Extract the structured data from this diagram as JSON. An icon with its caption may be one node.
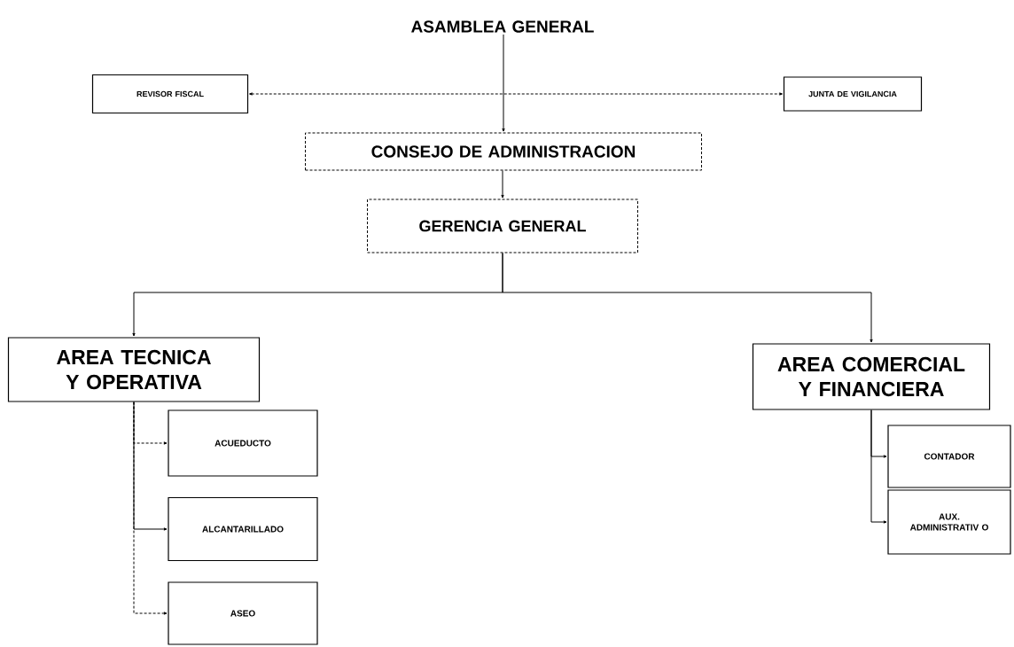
{
  "diagram": {
    "nodes": [
      {
        "text": [
          "ASAMBLEA GENERAL"
        ]
      },
      {
        "text": [
          "REVISOR FISCAL"
        ]
      },
      {
        "text": [
          "JUNTA DE VIGILANCIA"
        ]
      },
      {
        "text": [
          "CONSEJO DE ADMINISTRACION"
        ]
      },
      {
        "text": [
          "GERENCIA GENERAL"
        ]
      },
      {
        "text": [
          "AREA TECNICA Y OPERATIVA"
        ]
      },
      {
        "text": [
          "AREA COMERCIAL Y FINANCIERA"
        ]
      },
      {
        "text": [
          "ACUEDUCTO"
        ]
      },
      {
        "text": [
          "ALCANTARILLADO"
        ]
      },
      {
        "text": [
          "ASEO"
        ]
      },
      {
        "text": [
          "CONTADOR"
        ]
      },
      {
        "text": [
          "AUX. ADMINISTRATIV O"
        ]
      }
    ],
    "edges": [
      {
        "from": 0,
        "to": 3,
        "arrow": "to"
      },
      {
        "from": 1,
        "to": 2,
        "arrow": "both",
        "style": "dashed"
      },
      {
        "from": 3,
        "to": 4,
        "arrow": "to"
      },
      {
        "from": 4,
        "to": 5,
        "arrow": "to"
      },
      {
        "from": 4,
        "to": 6,
        "arrow": "to"
      },
      {
        "from": 5,
        "to": 7,
        "arrow": "to",
        "style": "dashed"
      },
      {
        "from": 5,
        "to": 8,
        "arrow": "to"
      },
      {
        "from": 5,
        "to": 9,
        "arrow": "to",
        "style": "dashed"
      },
      {
        "from": 6,
        "to": 10,
        "arrow": "to"
      },
      {
        "from": 6,
        "to": 11,
        "arrow": "to"
      }
    ]
  }
}
